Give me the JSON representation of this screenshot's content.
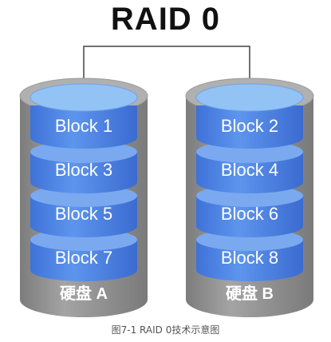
{
  "title": "RAID 0",
  "caption": "图7-1  RAID 0技术示意图",
  "disks": [
    {
      "label": "硬盘 A",
      "blocks": [
        "Block 1",
        "Block 3",
        "Block 5",
        "Block 7"
      ]
    },
    {
      "label": "硬盘 B",
      "blocks": [
        "Block 2",
        "Block 4",
        "Block 6",
        "Block 8"
      ]
    }
  ],
  "colors": {
    "disk_body": "#8f8f8f",
    "disk_rim": "#b3b3b3",
    "block_fill": "#4f86e6",
    "block_top": "#8fc0f2",
    "connector": "#444444"
  }
}
